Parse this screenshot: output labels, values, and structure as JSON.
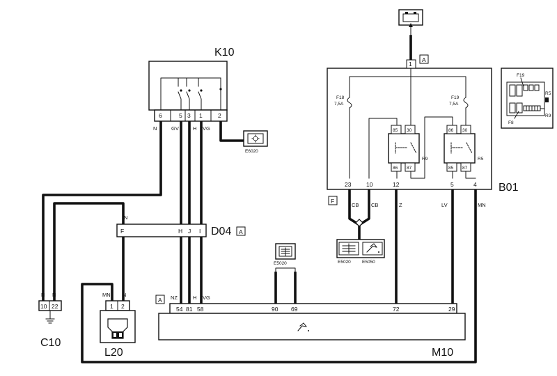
{
  "components": {
    "k10": {
      "label": "K10",
      "pins": [
        "6",
        "5",
        "3",
        "1",
        "2"
      ]
    },
    "b01": {
      "label": "B01",
      "top_pin": "1",
      "bottom_pins": [
        "23",
        "10",
        "12",
        "5",
        "4"
      ]
    },
    "d04": {
      "label": "D04",
      "pins": [
        "F",
        "H",
        "J",
        "I"
      ]
    },
    "c10": {
      "label": "C10",
      "pins": [
        "10",
        "22"
      ]
    },
    "l20": {
      "label": "L20",
      "pins": [
        "1",
        "2"
      ]
    },
    "m10": {
      "label": "M10",
      "pins": [
        "54",
        "81",
        "58",
        "90",
        "69",
        "72",
        "29"
      ]
    },
    "e6020": {
      "label": "E6020"
    },
    "e5020_top": {
      "label": "E5020"
    },
    "e5020_bottom": {
      "label": "E5020"
    },
    "e5050": {
      "label": "E5050"
    }
  },
  "fuses": {
    "f18": {
      "name": "F18",
      "rating": "7,5A"
    },
    "f19": {
      "name": "F19",
      "rating": "7,5A"
    }
  },
  "relays": {
    "r9": {
      "name": "R9",
      "pins": [
        "85",
        "30",
        "86",
        "87"
      ]
    },
    "r5": {
      "name": "R5",
      "pins": [
        "86",
        "30",
        "85",
        "87"
      ]
    }
  },
  "connectors": {
    "a": "A",
    "f": "F"
  },
  "wire_colors": {
    "n": "N",
    "gv": "GV",
    "h": "H",
    "vg": "VG",
    "mn": "MN",
    "nz": "NZ",
    "cb": "CB",
    "z": "Z",
    "lv": "LV"
  },
  "fuse_box_legend": {
    "f19": "F19",
    "r5": "R5",
    "f8": "F8",
    "r9": "R9"
  }
}
